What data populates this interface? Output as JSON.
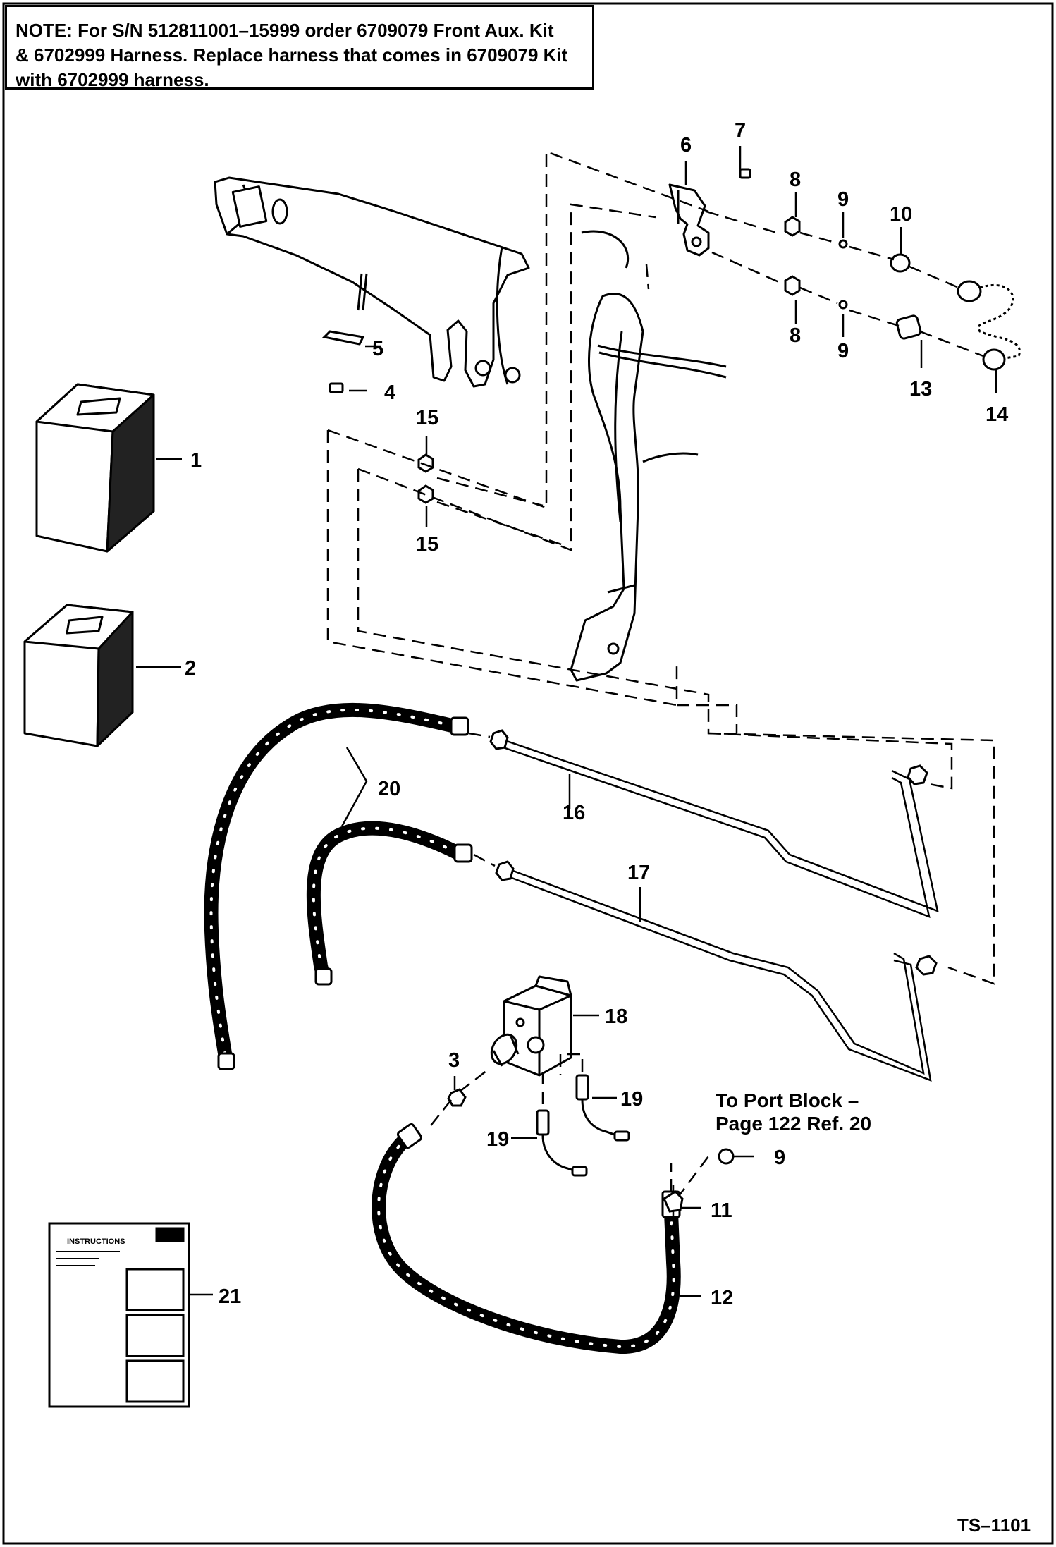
{
  "note": {
    "lead": "NOTE:",
    "line1": " For S/N 512811001–15999 order 6709079 Front Aux. Kit",
    "line2": "& 6702999 Harness. Replace harness that comes in 6709079 Kit",
    "line3": "with 6702999 harness."
  },
  "callouts": {
    "c1": "1",
    "c2": "2",
    "c3": "3",
    "c4": "4",
    "c5": "5",
    "c6": "6",
    "c7": "7",
    "c8a": "8",
    "c8b": "8",
    "c9a": "9",
    "c9b": "9",
    "c9c": "9",
    "c10": "10",
    "c11": "11",
    "c12": "12",
    "c13": "13",
    "c14": "14",
    "c15a": "15",
    "c15b": "15",
    "c16": "16",
    "c17": "17",
    "c18": "18",
    "c19a": "19",
    "c19b": "19",
    "c20": "20",
    "c21": "21"
  },
  "annotation": {
    "line1": "To Port Block –",
    "line2": "Page 122 Ref. 20"
  },
  "decal": {
    "title": "INSTRUCTIONS"
  },
  "doc_number": "TS–1101"
}
